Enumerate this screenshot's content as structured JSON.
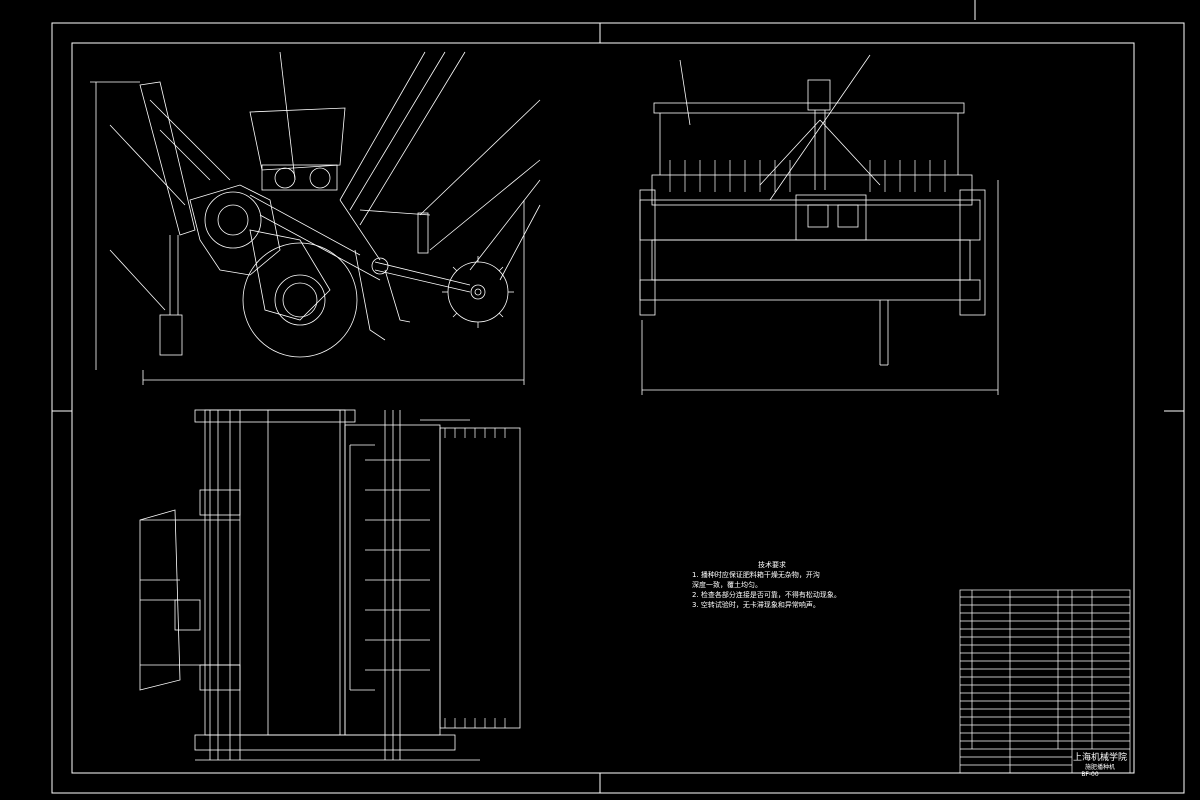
{
  "technical_requirements": {
    "title": "技术要求",
    "items": [
      "1. 播种时应保证肥料箱干燥无杂物，开沟",
      "深度一致，覆土均匀。",
      "2. 检查各部分连接是否可靠，不得有松动现象。",
      "3. 空转试验时，无卡滞现象和异常响声。"
    ]
  },
  "title_block": {
    "company": "上海机械学院",
    "drawing_name": "施肥播种机",
    "drawing_number": "BF-00"
  }
}
